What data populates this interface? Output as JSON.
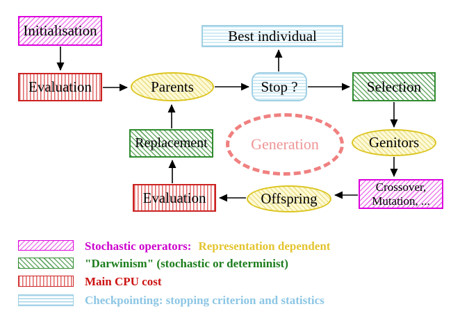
{
  "diagram": {
    "title_semantic": "Evolutionary algorithm generation loop",
    "nodes": {
      "initialisation": {
        "label": "Initialisation",
        "style": "stochastic-operator"
      },
      "evaluation_top": {
        "label": "Evaluation",
        "style": "main-cpu-cost"
      },
      "parents": {
        "label": "Parents",
        "style": "population"
      },
      "stop": {
        "label": "Stop ?",
        "style": "checkpointing"
      },
      "best_individual": {
        "label": "Best individual",
        "style": "checkpointing"
      },
      "selection": {
        "label": "Selection",
        "style": "darwinism"
      },
      "genitors": {
        "label": "Genitors",
        "style": "population"
      },
      "crossover": {
        "label_line1": "Crossover,",
        "label_line2": "Mutation, ...",
        "style": "stochastic-operator"
      },
      "offspring": {
        "label": "Offspring",
        "style": "population"
      },
      "evaluation_bottom": {
        "label": "Evaluation",
        "style": "main-cpu-cost"
      },
      "replacement": {
        "label": "Replacement",
        "style": "darwinism"
      },
      "generation": {
        "label": "Generation",
        "style": "dashed-cycle"
      }
    },
    "edges": [
      {
        "from": "Initialisation",
        "to": "Evaluation"
      },
      {
        "from": "Evaluation",
        "to": "Parents"
      },
      {
        "from": "Parents",
        "to": "Stop ?"
      },
      {
        "from": "Stop ?",
        "to": "Best individual"
      },
      {
        "from": "Stop ?",
        "to": "Selection"
      },
      {
        "from": "Selection",
        "to": "Genitors"
      },
      {
        "from": "Genitors",
        "to": "Crossover, Mutation, ..."
      },
      {
        "from": "Crossover, Mutation, ...",
        "to": "Offspring"
      },
      {
        "from": "Offspring",
        "to": "Evaluation"
      },
      {
        "from": "Evaluation",
        "to": "Replacement"
      },
      {
        "from": "Replacement",
        "to": "Parents"
      }
    ]
  },
  "legend": {
    "items": [
      {
        "swatch": "magenta-diagonal-hatch",
        "label": "Stochastic operators:",
        "label2": "Representation dependent"
      },
      {
        "swatch": "green-diagonal-hatch",
        "label": "\"Darwinism\" (stochastic or determinist)",
        "label2": ""
      },
      {
        "swatch": "red-vertical-lines",
        "label": "Main CPU cost",
        "label2": ""
      },
      {
        "swatch": "cyan-horizontal-lines",
        "label": "Checkpointing: stopping criterion and statistics",
        "label2": ""
      }
    ]
  },
  "colors": {
    "magenta_border": "#DD00DD",
    "magenta_hatch": "#EC7BEC",
    "red_border": "#CC2222",
    "red_hatch": "#E06666",
    "green_border": "#2E8B2E",
    "green_hatch": "#66A866",
    "yellow_border": "#DCC520",
    "yellow_hatch": "#EDE08C",
    "cyan_border": "#9FD0E4",
    "cyan_hatch": "#C2E4F2",
    "salmon_dashed": "#F08080",
    "legend_magenta_text": "#CC00CC",
    "legend_gold_text": "#E3C42E",
    "legend_green_text": "#1B7C1B",
    "legend_red_text": "#CC1111",
    "legend_blue_text": "#8CC6E4",
    "arrow": "#000000"
  }
}
